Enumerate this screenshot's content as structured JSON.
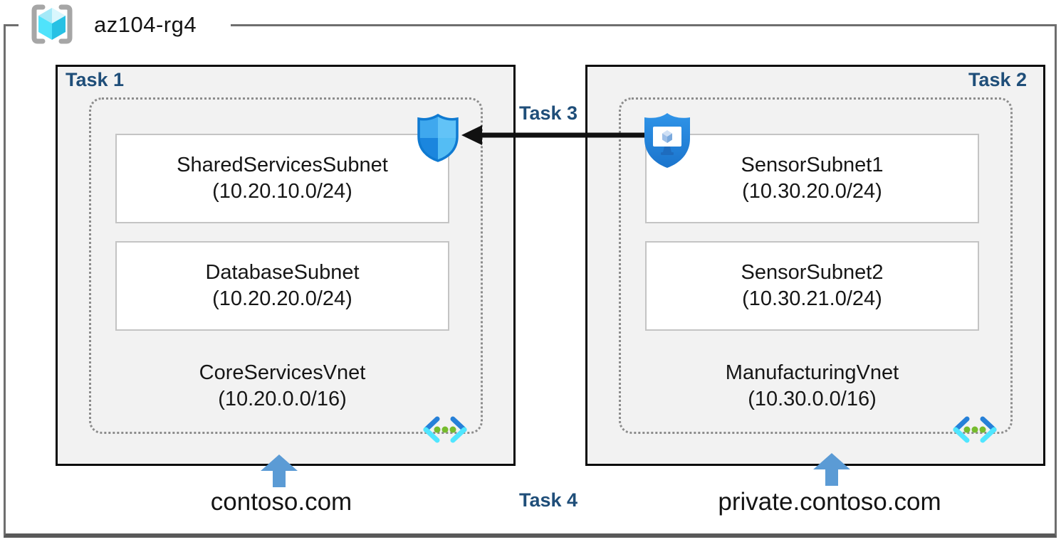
{
  "header": {
    "resource_group_name": "az104-rg4"
  },
  "left_group": {
    "task_label": "Task 1",
    "subnets": [
      {
        "name": "SharedServicesSubnet",
        "cidr": "(10.20.10.0/24)"
      },
      {
        "name": "DatabaseSubnet",
        "cidr": "(10.20.20.0/24)"
      }
    ],
    "vnet_name": "CoreServicesVnet",
    "vnet_cidr": "(10.20.0.0/16)",
    "dns_label": "contoso.com"
  },
  "right_group": {
    "task_label": "Task 2",
    "subnets": [
      {
        "name": "SensorSubnet1",
        "cidr": "(10.30.20.0/24)"
      },
      {
        "name": "SensorSubnet2",
        "cidr": "(10.30.21.0/24)"
      }
    ],
    "vnet_name": "ManufacturingVnet",
    "vnet_cidr": "(10.30.0.0/16)",
    "dns_label": "private.contoso.com"
  },
  "connections": {
    "task3_label": "Task 3",
    "task4_label": "Task 4"
  },
  "icons": {
    "resource_group": "resource-group-icon",
    "network_security_group": "network-security-group-shield-icon",
    "bastion": "bastion-shield-icon",
    "virtual_network": "virtual-network-icon",
    "up_arrow": "up-arrow-icon",
    "peering_arrow": "left-arrow-icon"
  },
  "colors": {
    "task_label": "#1F4E79",
    "box_fill": "#F2F2F2",
    "arrow_blue": "#5B9BD5",
    "frame_gray": "#6E6E6E",
    "vnet_cyan": "#50E6FF",
    "vnet_green": "#76BC2D"
  }
}
